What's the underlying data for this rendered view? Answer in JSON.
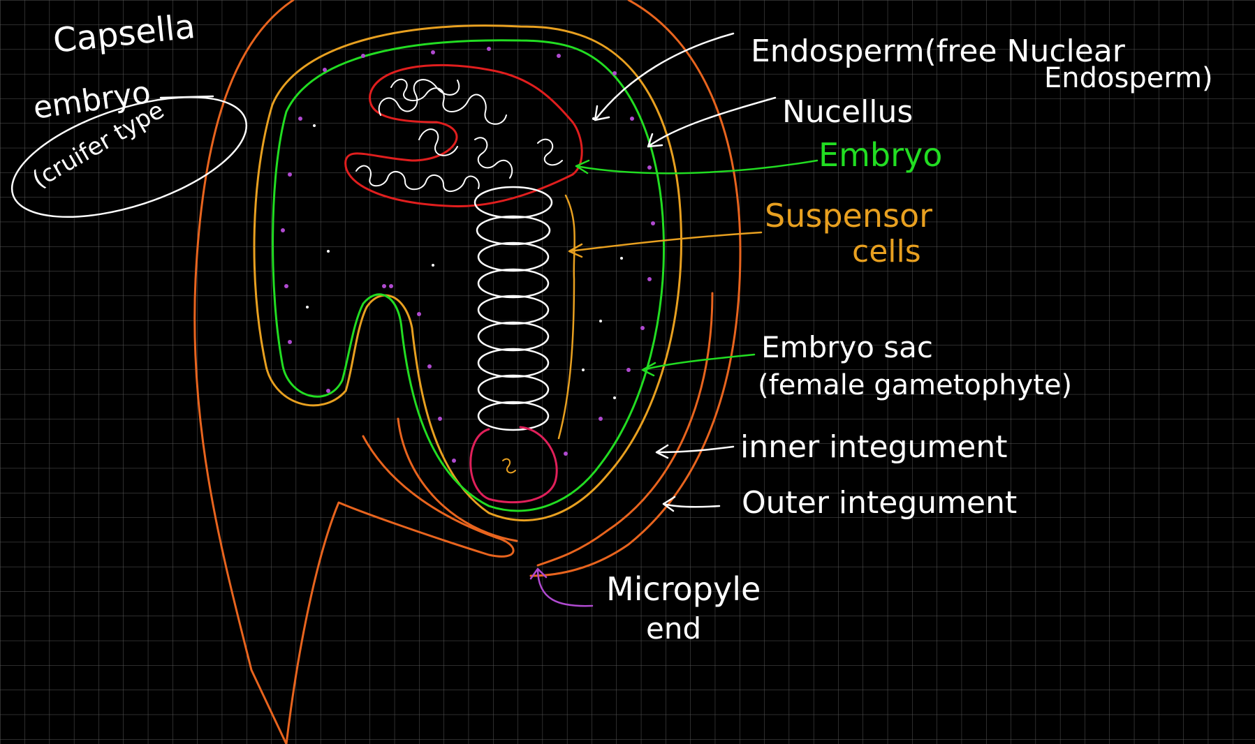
{
  "title": {
    "line1": "Capsella",
    "line2": "embryo",
    "subtitle": "(cruifer type"
  },
  "labels": {
    "endosperm_line1": "Endosperm(free Nuclear",
    "endosperm_line2": "Endosperm)",
    "nucellus": "Nucellus",
    "embryo": "Embryo",
    "suspensor_line1": "Suspensor",
    "suspensor_line2": "cells",
    "embryo_sac_line1": "Embryo sac",
    "embryo_sac_line2": "(female gametophyte)",
    "inner_integument": "inner integument",
    "outer_integument": "Outer integument",
    "micropyle_line1": "Micropyle",
    "micropyle_line2": "end"
  },
  "colors": {
    "background": "#000000",
    "grid": "#5a5a5a",
    "white": "#ffffff",
    "green": "#22dd22",
    "orange": "#e8a020",
    "dark_orange": "#e8641e",
    "red": "#e01e1e",
    "purple": "#b04ad0",
    "pink_red": "#e0205a"
  }
}
